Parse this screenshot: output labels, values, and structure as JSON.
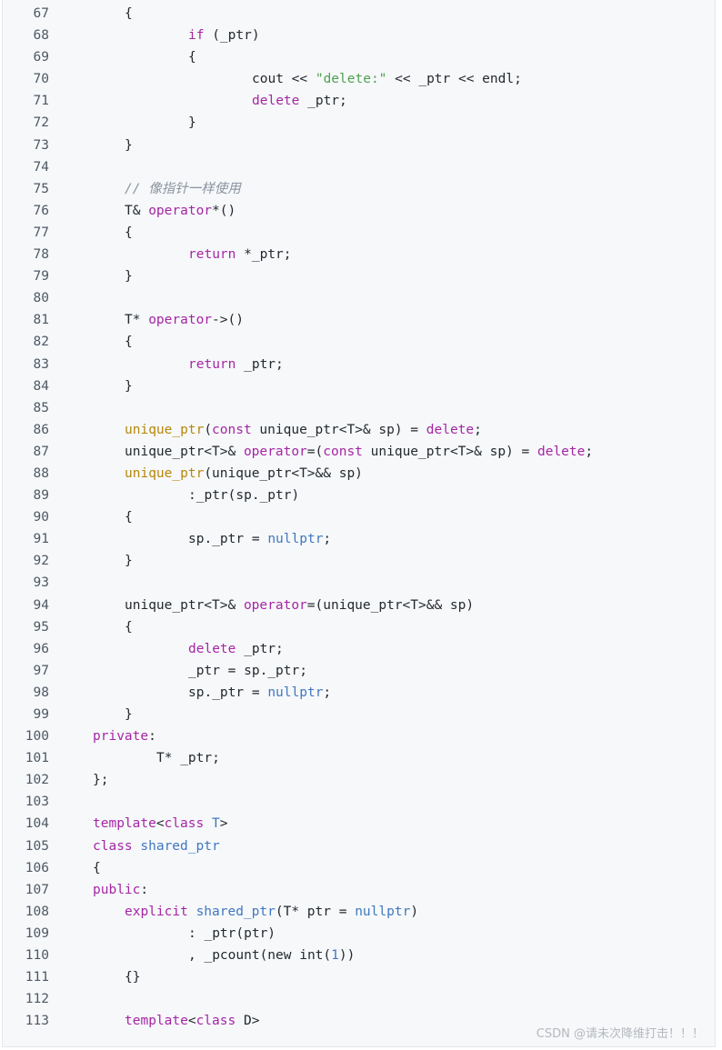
{
  "watermark": "CSDN @请未次降维打击！！！",
  "colors": {
    "background": "#f6f8fa",
    "keyword": "#a626a4",
    "function": "#b8860b",
    "name": "#4078c0",
    "string": "#50a14f",
    "comment": "#8b949e",
    "text": "#24292e",
    "line_number": "#4e5864"
  },
  "lines": [
    {
      "n": "67",
      "indent": 1,
      "tokens": [
        [
          "p",
          "{"
        ]
      ]
    },
    {
      "n": "68",
      "indent": 3,
      "tokens": [
        [
          "k",
          "if"
        ],
        [
          "p",
          " (_ptr)"
        ]
      ]
    },
    {
      "n": "69",
      "indent": 3,
      "tokens": [
        [
          "p",
          "{"
        ]
      ]
    },
    {
      "n": "70",
      "indent": 5,
      "tokens": [
        [
          "p",
          "cout << "
        ],
        [
          "s",
          "\"delete:\""
        ],
        [
          "p",
          " << _ptr << endl;"
        ]
      ]
    },
    {
      "n": "71",
      "indent": 5,
      "tokens": [
        [
          "k",
          "delete"
        ],
        [
          "p",
          " _ptr;"
        ]
      ]
    },
    {
      "n": "72",
      "indent": 3,
      "tokens": [
        [
          "p",
          "}"
        ]
      ]
    },
    {
      "n": "73",
      "indent": 1,
      "tokens": [
        [
          "p",
          "}"
        ]
      ]
    },
    {
      "n": "74",
      "indent": 0,
      "tokens": []
    },
    {
      "n": "75",
      "indent": 1,
      "tokens": [
        [
          "c",
          "// 像指针一样使用"
        ]
      ]
    },
    {
      "n": "76",
      "indent": 1,
      "tokens": [
        [
          "p",
          "T& "
        ],
        [
          "k",
          "operator"
        ],
        [
          "p",
          "*()"
        ]
      ]
    },
    {
      "n": "77",
      "indent": 1,
      "tokens": [
        [
          "p",
          "{"
        ]
      ]
    },
    {
      "n": "78",
      "indent": 3,
      "tokens": [
        [
          "k",
          "return"
        ],
        [
          "p",
          " *_ptr;"
        ]
      ]
    },
    {
      "n": "79",
      "indent": 1,
      "tokens": [
        [
          "p",
          "}"
        ]
      ]
    },
    {
      "n": "80",
      "indent": 0,
      "tokens": []
    },
    {
      "n": "81",
      "indent": 1,
      "tokens": [
        [
          "p",
          "T* "
        ],
        [
          "k",
          "operator"
        ],
        [
          "p",
          "->()"
        ]
      ]
    },
    {
      "n": "82",
      "indent": 1,
      "tokens": [
        [
          "p",
          "{"
        ]
      ]
    },
    {
      "n": "83",
      "indent": 3,
      "tokens": [
        [
          "k",
          "return"
        ],
        [
          "p",
          " _ptr;"
        ]
      ]
    },
    {
      "n": "84",
      "indent": 1,
      "tokens": [
        [
          "p",
          "}"
        ]
      ]
    },
    {
      "n": "85",
      "indent": 0,
      "tokens": []
    },
    {
      "n": "86",
      "indent": 1,
      "tokens": [
        [
          "f",
          "unique_ptr"
        ],
        [
          "p",
          "("
        ],
        [
          "k",
          "const"
        ],
        [
          "p",
          " unique_ptr<T>& sp) = "
        ],
        [
          "k",
          "delete"
        ],
        [
          "p",
          ";"
        ]
      ]
    },
    {
      "n": "87",
      "indent": 1,
      "tokens": [
        [
          "p",
          "unique_ptr<T>& "
        ],
        [
          "k",
          "operator"
        ],
        [
          "p",
          "=("
        ],
        [
          "k",
          "const"
        ],
        [
          "p",
          " unique_ptr<T>& sp) = "
        ],
        [
          "k",
          "delete"
        ],
        [
          "p",
          ";"
        ]
      ]
    },
    {
      "n": "88",
      "indent": 1,
      "tokens": [
        [
          "f",
          "unique_ptr"
        ],
        [
          "p",
          "(unique_ptr<T>&& sp)"
        ]
      ]
    },
    {
      "n": "89",
      "indent": 3,
      "tokens": [
        [
          "p",
          ":_ptr(sp._ptr)"
        ]
      ]
    },
    {
      "n": "90",
      "indent": 1,
      "tokens": [
        [
          "p",
          "{"
        ]
      ]
    },
    {
      "n": "91",
      "indent": 3,
      "tokens": [
        [
          "p",
          "sp._ptr = "
        ],
        [
          "n",
          "nullptr"
        ],
        [
          "p",
          ";"
        ]
      ]
    },
    {
      "n": "92",
      "indent": 1,
      "tokens": [
        [
          "p",
          "}"
        ]
      ]
    },
    {
      "n": "93",
      "indent": 0,
      "tokens": []
    },
    {
      "n": "94",
      "indent": 1,
      "tokens": [
        [
          "p",
          "unique_ptr<T>& "
        ],
        [
          "k",
          "operator"
        ],
        [
          "p",
          "=(unique_ptr<T>&& sp)"
        ]
      ]
    },
    {
      "n": "95",
      "indent": 1,
      "tokens": [
        [
          "p",
          "{"
        ]
      ]
    },
    {
      "n": "96",
      "indent": 3,
      "tokens": [
        [
          "k",
          "delete"
        ],
        [
          "p",
          " _ptr;"
        ]
      ]
    },
    {
      "n": "97",
      "indent": 3,
      "tokens": [
        [
          "p",
          "_ptr = sp._ptr;"
        ]
      ]
    },
    {
      "n": "98",
      "indent": 3,
      "tokens": [
        [
          "p",
          "sp._ptr = "
        ],
        [
          "n",
          "nullptr"
        ],
        [
          "p",
          ";"
        ]
      ]
    },
    {
      "n": "99",
      "indent": 1,
      "tokens": [
        [
          "p",
          "}"
        ]
      ]
    },
    {
      "n": "100",
      "indent": 0,
      "tokens": [
        [
          "k",
          "private"
        ],
        [
          "p",
          ":"
        ]
      ]
    },
    {
      "n": "101",
      "indent": 2,
      "tokens": [
        [
          "p",
          "T* _ptr;"
        ]
      ]
    },
    {
      "n": "102",
      "indent": 0,
      "tokens": [
        [
          "p",
          "};"
        ]
      ]
    },
    {
      "n": "103",
      "indent": 0,
      "tokens": []
    },
    {
      "n": "104",
      "indent": 0,
      "tokens": [
        [
          "k",
          "template"
        ],
        [
          "p",
          "<"
        ],
        [
          "k",
          "class"
        ],
        [
          "p",
          " "
        ],
        [
          "n",
          "T"
        ],
        [
          "p",
          ">"
        ]
      ]
    },
    {
      "n": "105",
      "indent": 0,
      "tokens": [
        [
          "k",
          "class"
        ],
        [
          "p",
          " "
        ],
        [
          "n",
          "shared_ptr"
        ]
      ]
    },
    {
      "n": "106",
      "indent": 0,
      "tokens": [
        [
          "p",
          "{"
        ]
      ]
    },
    {
      "n": "107",
      "indent": 0,
      "tokens": [
        [
          "k",
          "public"
        ],
        [
          "p",
          ":"
        ]
      ]
    },
    {
      "n": "108",
      "indent": 1,
      "tokens": [
        [
          "k",
          "explicit"
        ],
        [
          "p",
          " "
        ],
        [
          "n",
          "shared_ptr"
        ],
        [
          "p",
          "(T* ptr = "
        ],
        [
          "n",
          "nullptr"
        ],
        [
          "p",
          ")"
        ]
      ]
    },
    {
      "n": "109",
      "indent": 3,
      "tokens": [
        [
          "p",
          ": _ptr(ptr)"
        ]
      ]
    },
    {
      "n": "110",
      "indent": 3,
      "tokens": [
        [
          "p",
          ", _pcount(new int("
        ],
        [
          "n",
          "1"
        ],
        [
          "p",
          "))"
        ]
      ]
    },
    {
      "n": "111",
      "indent": 1,
      "tokens": [
        [
          "p",
          "{}"
        ]
      ]
    },
    {
      "n": "112",
      "indent": 0,
      "tokens": []
    },
    {
      "n": "113",
      "indent": 1,
      "tokens": [
        [
          "k",
          "template"
        ],
        [
          "p",
          "<"
        ],
        [
          "k",
          "class"
        ],
        [
          "p",
          " D>"
        ]
      ]
    }
  ]
}
